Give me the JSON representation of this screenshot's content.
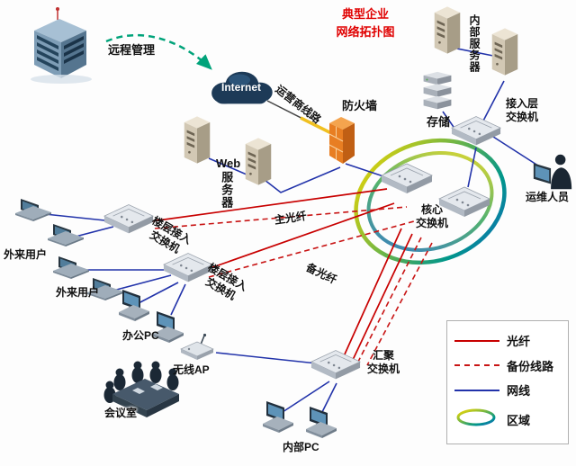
{
  "title": {
    "line1": "典型企业",
    "line2": "网络拓扑图"
  },
  "labels": {
    "remote_management": "远程管理",
    "internet": "Internet",
    "carrier_line": "运营商线路",
    "firewall": "防火墙",
    "internal_server": "内部服务器",
    "storage": "存储",
    "access_switch_line1": "接入层",
    "access_switch_line2": "交换机",
    "ops_person": "运维人员",
    "web": "Web",
    "web_server": "服务器",
    "core_switch_line1": "核心",
    "core_switch_line2": "交换机",
    "floor_switch_line1": "楼层接入",
    "floor_switch_line2": "交换机",
    "external_user_1": "外来用户",
    "external_user_2": "外来用户",
    "office_pc": "办公PC",
    "wireless_ap": "无线AP",
    "meeting_room": "会议室",
    "agg_switch_line1": "汇聚",
    "agg_switch_line2": "交换机",
    "internal_pc": "内部PC",
    "main_fiber": "主光纤",
    "backup_fiber": "备光纤"
  },
  "legend": {
    "items": [
      {
        "label": "光纤",
        "type": "fiber"
      },
      {
        "label": "备份线路",
        "type": "backup"
      },
      {
        "label": "网线",
        "type": "cable"
      },
      {
        "label": "区域",
        "type": "zone"
      }
    ]
  },
  "colors": {
    "title": "#e00000",
    "fiber": "#c80000",
    "backup_line": "#c81414",
    "network_cable": "#2233aa",
    "firewall_body": "#e87e22",
    "carrier_segment": "#f0c020",
    "remote_arrow": "#00a37a",
    "zone_ring": [
      "#f5d800",
      "#7cb93e",
      "#00968b",
      "#1565c0"
    ]
  },
  "icons": {
    "building-icon": "isometric office building",
    "internet-cloud-icon": "dark cloud shape",
    "firewall-icon": "orange brick box",
    "server-icon": "beige server tower",
    "storage-icon": "stacked disk array",
    "switch-icon": "flat isometric switch",
    "laptop-icon": "isometric laptop",
    "pc-icon": "desktop computer",
    "wireless-ap-icon": "access point with antenna",
    "person-icon": "operator at monitor",
    "meeting-room-icon": "conference table with people",
    "zone-ring-icon": "multicolor ellipse ring"
  }
}
